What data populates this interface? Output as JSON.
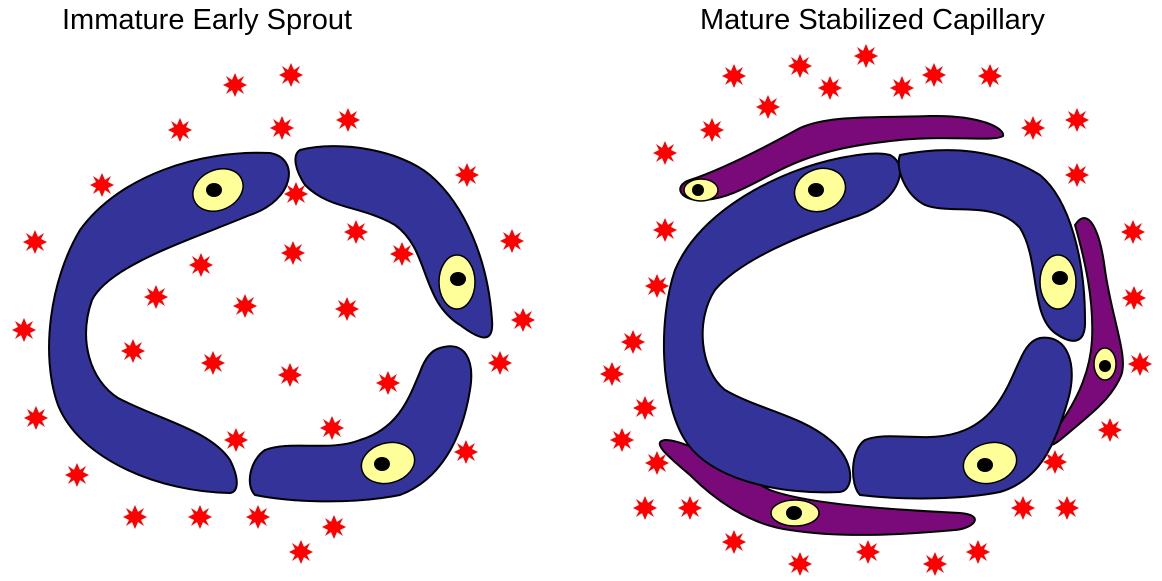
{
  "titles": {
    "left": "Immature Early Sprout",
    "right": "Mature Stabilized Capillary"
  },
  "colors": {
    "endothelial_cell": "#333399",
    "pericyte": "#7a0a7a",
    "nucleus_halo": "#ffff99",
    "nucleus": "#000000",
    "particle": "#ff0000"
  },
  "icons": [
    "endothelial-cell-shape",
    "pericyte-shape",
    "nucleus-icon",
    "red-particle-star-icon"
  ]
}
